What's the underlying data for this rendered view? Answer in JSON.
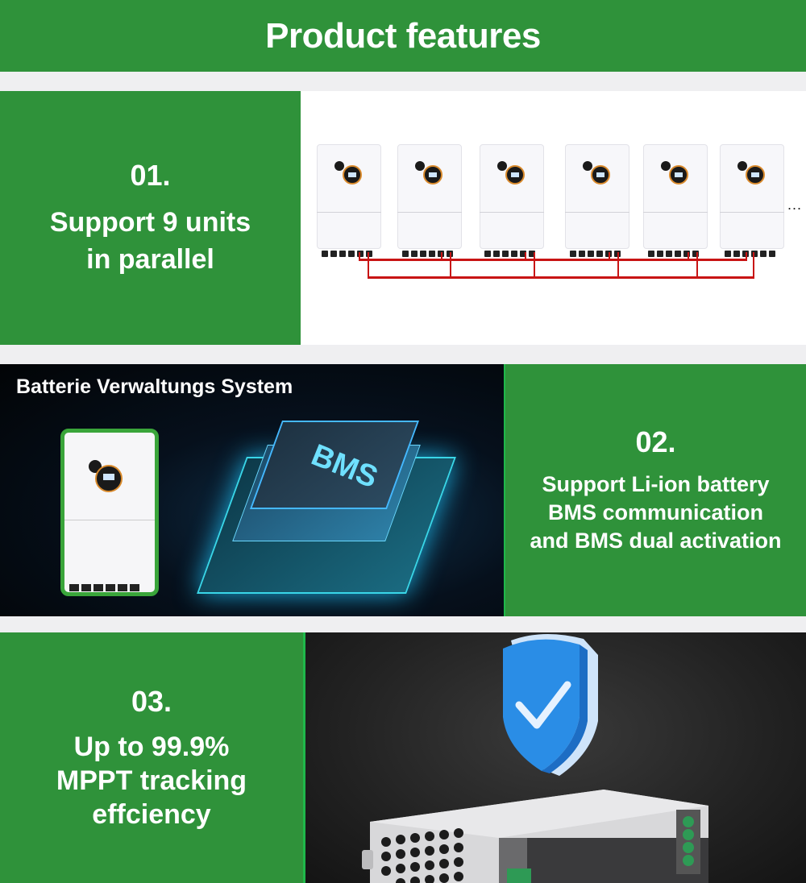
{
  "header": {
    "title": "Product features"
  },
  "features": [
    {
      "number": "01.",
      "lines": [
        "Support 9 units",
        "in parallel"
      ],
      "image": {
        "description": "six hybrid inverters connected in parallel with red wiring",
        "units_shown": 6,
        "continuation": "..."
      }
    },
    {
      "number": "02.",
      "lines": [
        "Support Li-ion battery",
        "BMS communication",
        "and BMS dual activation"
      ],
      "image": {
        "caption": "Batterie Verwaltungs System",
        "chip_label": "BMS"
      }
    },
    {
      "number": "03.",
      "lines": [
        "Up to 99.9%",
        "MPPT tracking",
        "effciency"
      ],
      "image": {
        "description": "blue shield with checkmark above power supply unit",
        "icon": "shield-check-icon"
      }
    }
  ],
  "colors": {
    "brand_green": "#2f923a",
    "accent_green": "#1fb84a",
    "wire_red": "#c81414",
    "bms_cyan": "#39d6e8",
    "shield_blue": "#2a8de6"
  }
}
